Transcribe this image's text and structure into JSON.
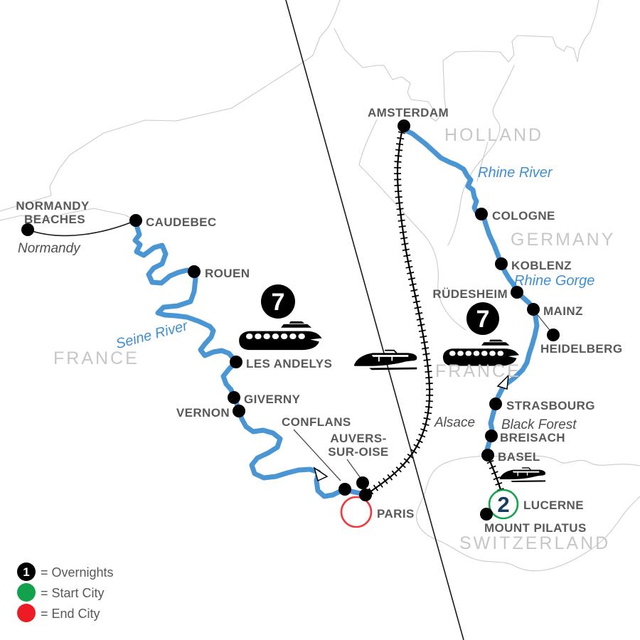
{
  "seine_route": {
    "cities": {
      "normandy_beaches_l1": "NORMANDY",
      "normandy_beaches_l2": "BEACHES",
      "caudebec": "CAUDEBEC",
      "rouen": "ROUEN",
      "les_andelys": "LES ANDELYS",
      "giverny": "GIVERNY",
      "vernon": "VERNON",
      "conflans": "CONFLANS",
      "auvers_l1": "AUVERS-",
      "auvers_l2": "SUR-OISE",
      "paris": "PARIS"
    },
    "river_label": "Seine River",
    "region_label": "Normandy",
    "country_label": "FRANCE",
    "ship_nights": "7"
  },
  "rhine_route": {
    "cities": {
      "amsterdam": "AMSTERDAM",
      "cologne": "COLOGNE",
      "koblenz": "KOBLENZ",
      "rudesheim": "RÜDESHEIM",
      "mainz": "MAINZ",
      "heidelberg": "HEIDELBERG",
      "strasbourg": "STRASBOURG",
      "breisach": "BREISACH",
      "basel": "BASEL",
      "lucerne": "LUCERNE",
      "mount_pilatus": "MOUNT PILATUS"
    },
    "river_labels": {
      "rhine": "Rhine River",
      "gorge": "Rhine Gorge"
    },
    "region_labels": {
      "alsace": "Alsace",
      "black_forest": "Black Forest"
    },
    "country_labels": {
      "holland": "HOLLAND",
      "germany": "GERMANY",
      "france": "FRANCE",
      "switzerland": "SWITZERLAND"
    },
    "ship_nights": "7",
    "lucerne_nights": "2"
  },
  "legend": {
    "overnights_symbol": "1",
    "overnights_label": "=  Overnights",
    "start_label": "=  Start City",
    "end_label": "=  End City"
  },
  "colors": {
    "river_blue": "#4a96d4",
    "river_label_blue": "#3e8fd3",
    "city_label_gray": "#58595b",
    "country_label_gray": "#c6c7c9",
    "start_green": "#12a24b",
    "end_red": "#ed1c24",
    "paris_ring_red": "#ee3a3f",
    "overnight_navy": "#173a63",
    "route_black": "#000000"
  }
}
